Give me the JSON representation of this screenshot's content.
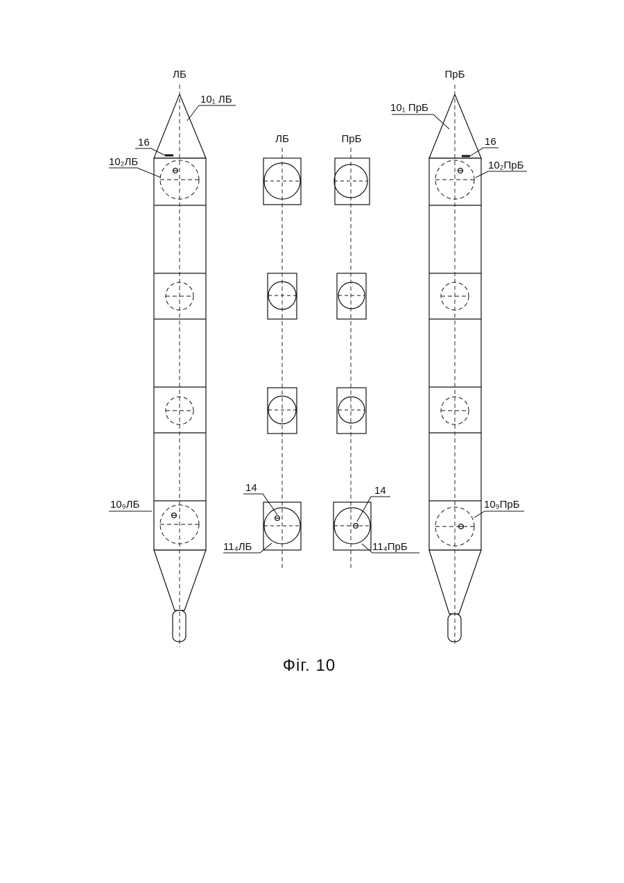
{
  "figure": {
    "caption": "Фіг. 10"
  },
  "left_pontoon": {
    "axis_label": "ЛБ",
    "bow_label": "10₁ ЛБ",
    "section_2_label": "10₂ЛБ",
    "section_9_label": "10₉ЛБ",
    "marker_label": "16"
  },
  "right_pontoon": {
    "axis_label": "ПрБ",
    "bow_label": "10₁ ПрБ",
    "section_2_label": "10₂ПрБ",
    "section_9_label": "10₉ПрБ",
    "marker_label": "16"
  },
  "left_column": {
    "axis_label": "ЛБ",
    "callout_label": "14",
    "bottom_label": "11₄ЛБ"
  },
  "right_column": {
    "axis_label": "ПрБ",
    "callout_label": "14",
    "bottom_label": "11₄ПрБ"
  }
}
